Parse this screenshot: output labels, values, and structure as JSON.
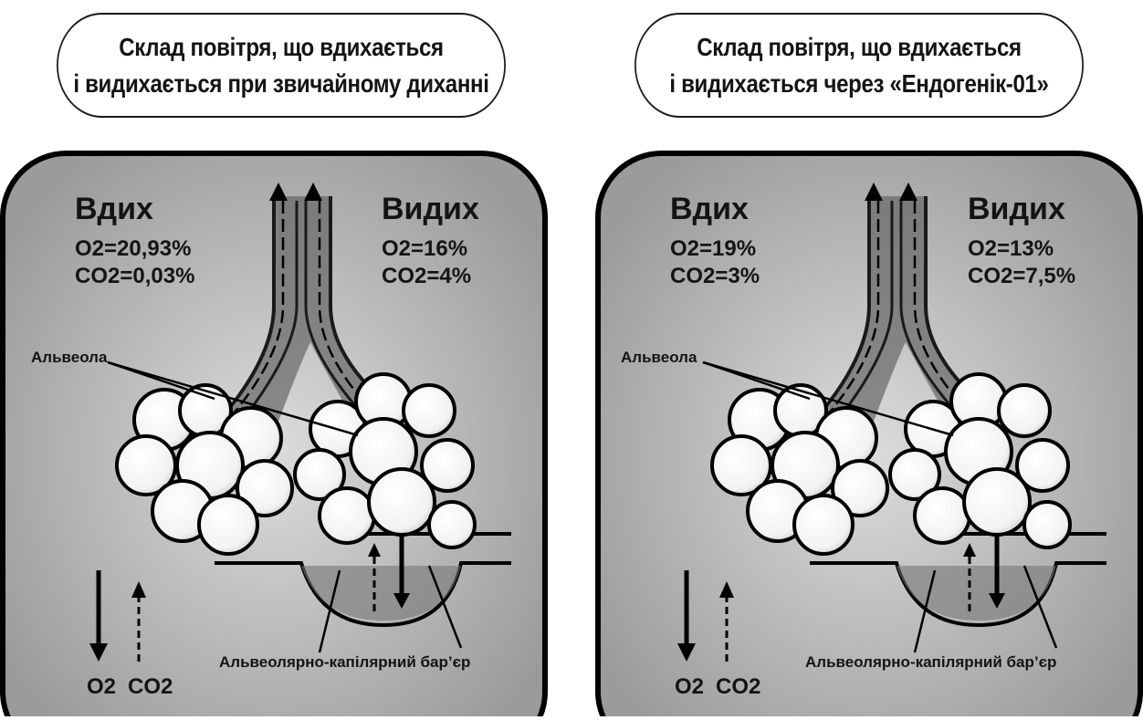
{
  "panels": [
    {
      "title_line1": "Склад повітря, що вдихається",
      "title_line2": "і видихається при звичайному диханні",
      "inhale": {
        "heading": "Вдих",
        "o2": "O2=20,93%",
        "co2": "CO2=0,03%"
      },
      "exhale": {
        "heading": "Видих",
        "o2": "O2=16%",
        "co2": "CO2=4%"
      },
      "alveola_label": "Альвеола",
      "barrier_label": "Альвеолярно-капілярний бар’єр",
      "legend": {
        "o2": "O2",
        "co2": "CO2"
      }
    },
    {
      "title_line1": "Склад повітря, що вдихається",
      "title_line2": "і видихається через «Ендогенік-01»",
      "inhale": {
        "heading": "Вдих",
        "o2": "O2=19%",
        "co2": "CO2=3%"
      },
      "exhale": {
        "heading": "Видих",
        "o2": "O2=13%",
        "co2": "CO2=7,5%"
      },
      "alveola_label": "Альвеола",
      "barrier_label": "Альвеолярно-капілярний бар’єр",
      "legend": {
        "o2": "O2",
        "co2": "CO2"
      }
    }
  ]
}
